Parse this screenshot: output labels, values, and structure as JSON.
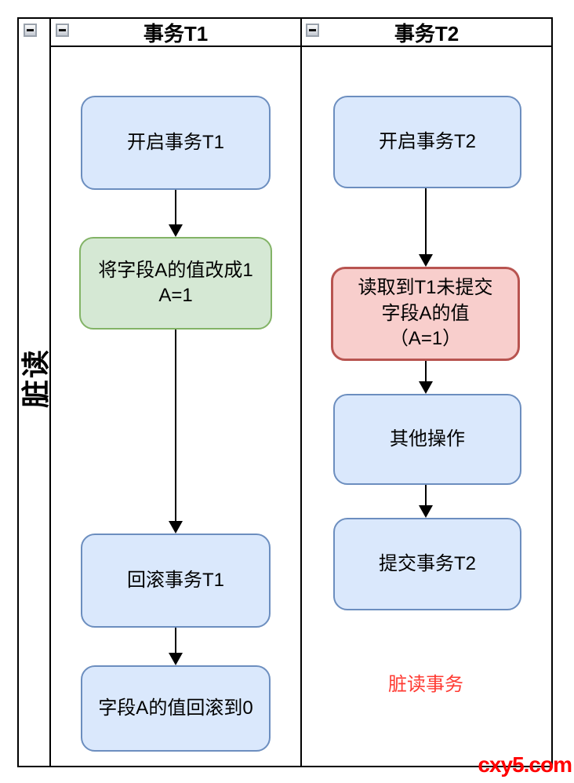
{
  "diagram": {
    "pool": {
      "label": "脏读"
    },
    "lanes": [
      {
        "title": "事务T1",
        "nodes": [
          {
            "type": "blue",
            "lines": [
              "开启事务T1"
            ]
          },
          {
            "type": "green",
            "lines": [
              "将字段A的值改成1",
              "A=1"
            ]
          },
          {
            "type": "blue",
            "lines": [
              "回滚事务T1"
            ]
          },
          {
            "type": "blue",
            "lines": [
              "字段A的值回滚到0"
            ]
          }
        ]
      },
      {
        "title": "事务T2",
        "nodes": [
          {
            "type": "blue",
            "lines": [
              "开启事务T2"
            ]
          },
          {
            "type": "red",
            "lines": [
              "读取到T1未提交",
              "字段A的值",
              "（A=1）"
            ]
          },
          {
            "type": "blue",
            "lines": [
              "其他操作"
            ]
          },
          {
            "type": "blue",
            "lines": [
              "提交事务T2"
            ]
          }
        ],
        "annotation": "脏读事务"
      }
    ]
  },
  "icons": {
    "collapse": "minus"
  },
  "colors": {
    "node_blue_fill": "#dae8fc",
    "node_blue_border": "#6c8ebf",
    "node_green_fill": "#d5e8d4",
    "node_green_border": "#82b366",
    "node_red_fill": "#f8cecc",
    "node_red_border": "#b85450",
    "annotation_red": "#ff3b33",
    "watermark_red": "#ff0000",
    "frame": "#000000"
  },
  "watermark": "cxy5.com"
}
